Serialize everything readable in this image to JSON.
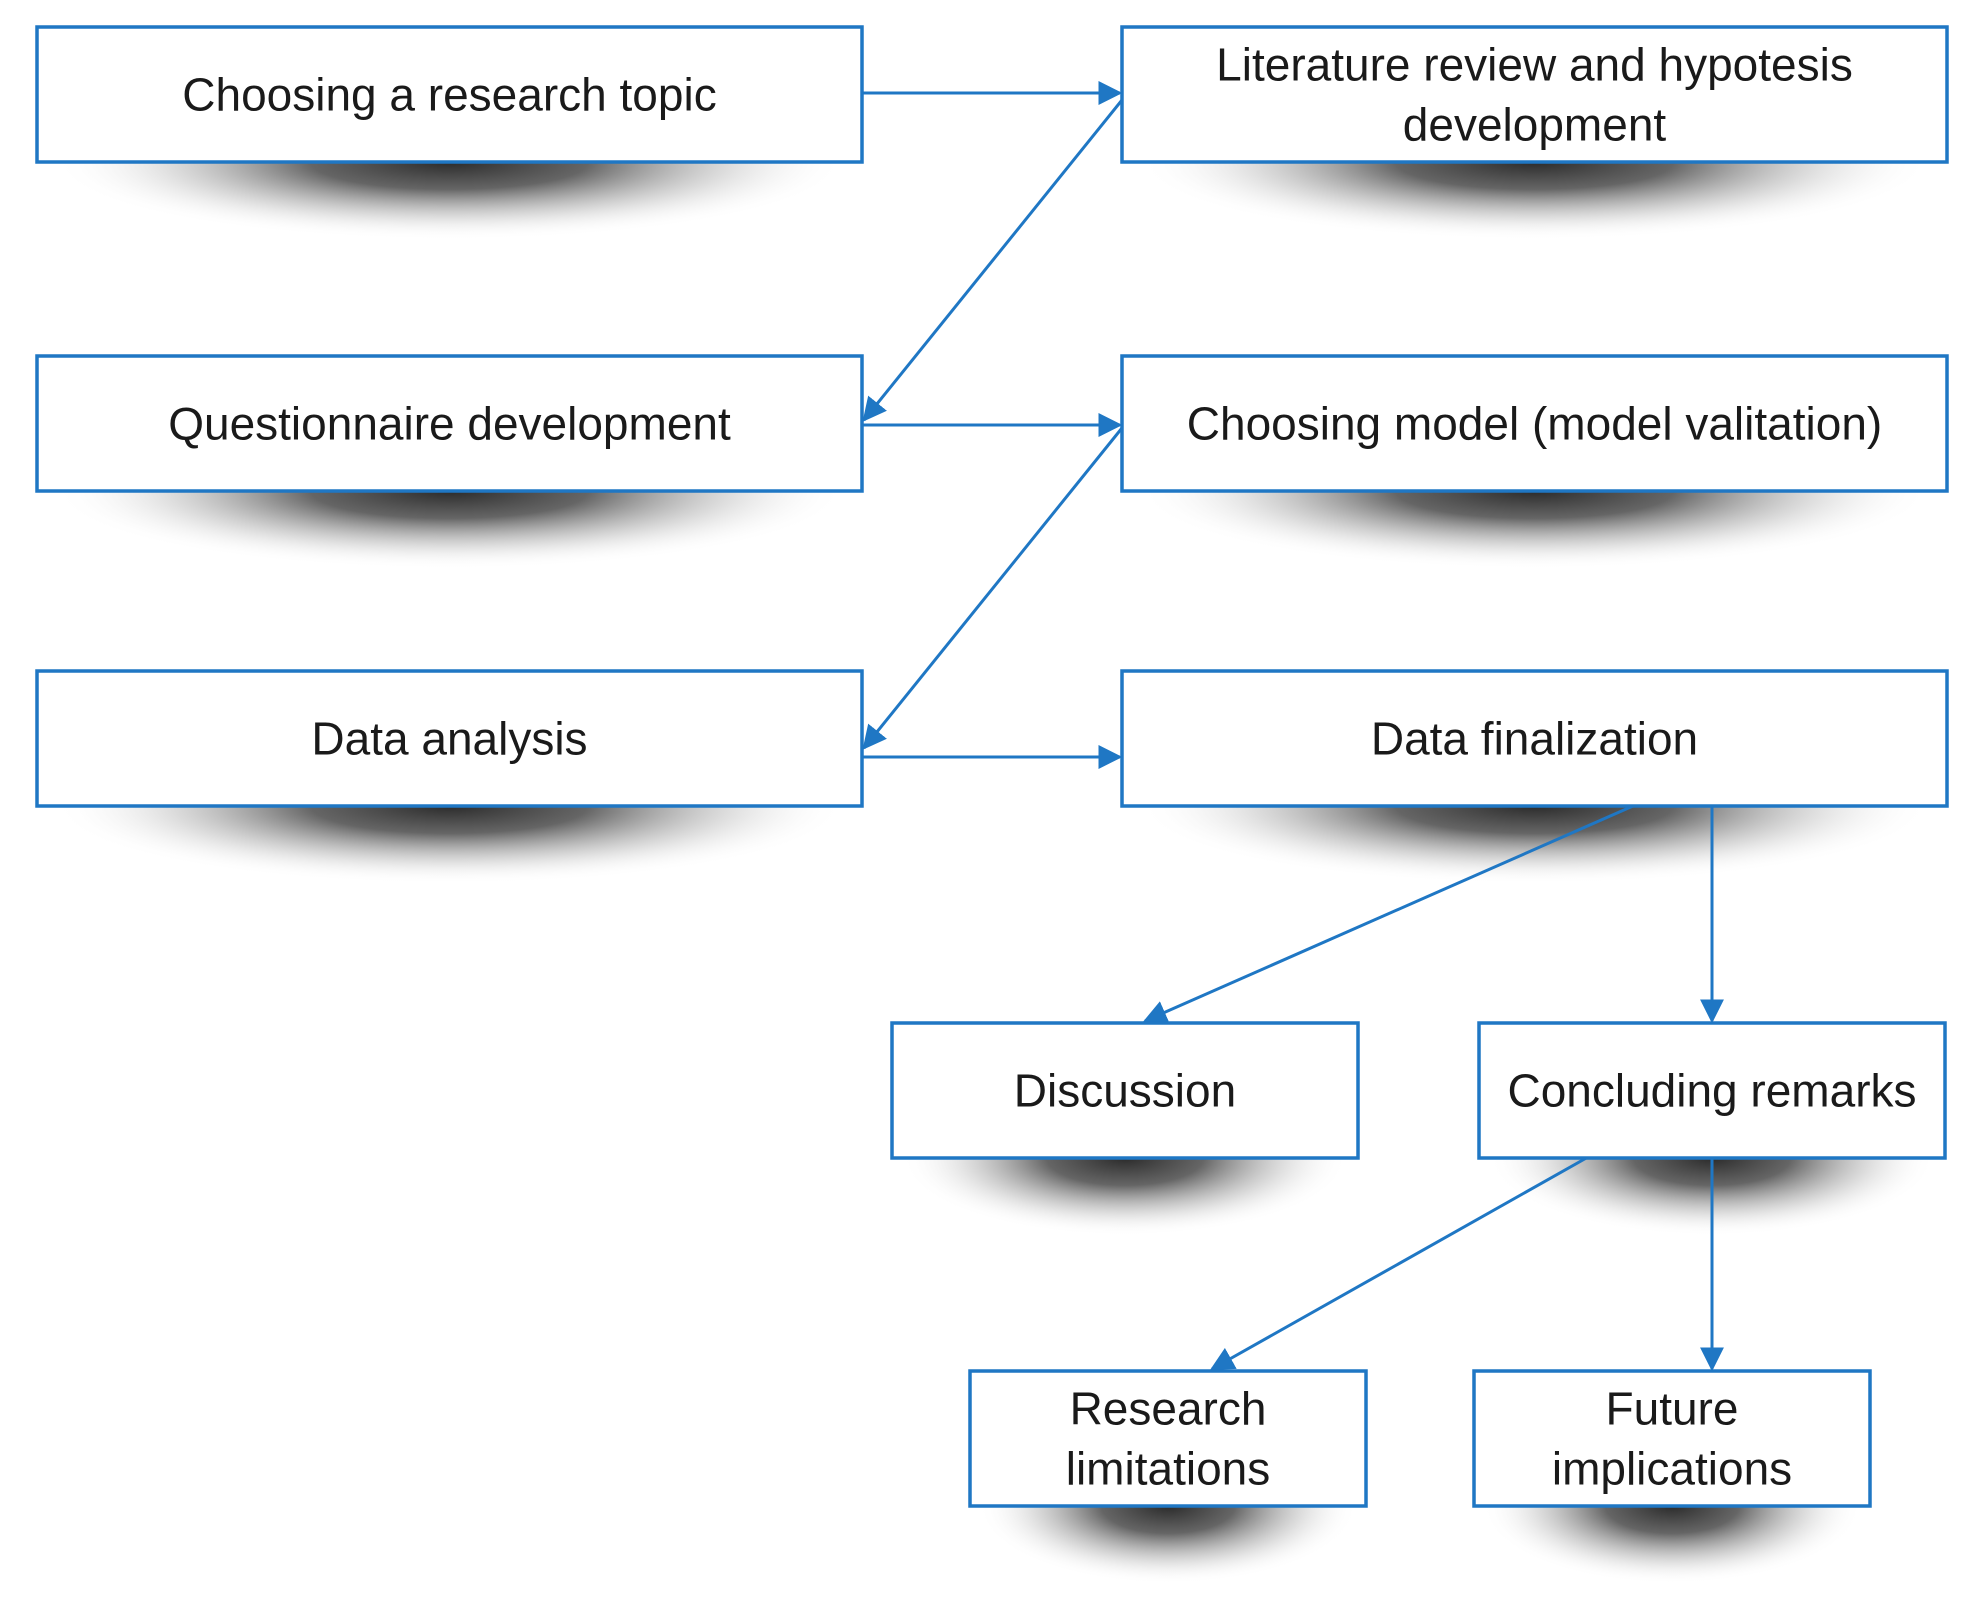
{
  "diagram": {
    "accent_color": "#1f77c4",
    "nodes": [
      {
        "id": "choosing-topic",
        "lines": [
          "Choosing a research topic"
        ]
      },
      {
        "id": "literature-review",
        "lines": [
          "Literature review and hypotesis",
          "development"
        ]
      },
      {
        "id": "questionnaire",
        "lines": [
          "Questionnaire development"
        ]
      },
      {
        "id": "choosing-model",
        "lines": [
          "Choosing model (model valitation)"
        ]
      },
      {
        "id": "data-analysis",
        "lines": [
          "Data analysis"
        ]
      },
      {
        "id": "data-finalization",
        "lines": [
          "Data finalization"
        ]
      },
      {
        "id": "discussion",
        "lines": [
          "Discussion"
        ]
      },
      {
        "id": "concluding-remarks",
        "lines": [
          "Concluding remarks"
        ]
      },
      {
        "id": "research-limitations",
        "lines": [
          "Research",
          "limitations"
        ]
      },
      {
        "id": "future-implications",
        "lines": [
          "Future",
          "implications"
        ]
      }
    ],
    "edges": [
      {
        "from": "choosing-topic",
        "to": "literature-review"
      },
      {
        "from": "literature-review",
        "to": "questionnaire"
      },
      {
        "from": "questionnaire",
        "to": "choosing-model"
      },
      {
        "from": "choosing-model",
        "to": "data-analysis"
      },
      {
        "from": "data-analysis",
        "to": "data-finalization"
      },
      {
        "from": "data-finalization",
        "to": "discussion"
      },
      {
        "from": "data-finalization",
        "to": "concluding-remarks"
      },
      {
        "from": "concluding-remarks",
        "to": "research-limitations"
      },
      {
        "from": "concluding-remarks",
        "to": "future-implications"
      }
    ]
  }
}
